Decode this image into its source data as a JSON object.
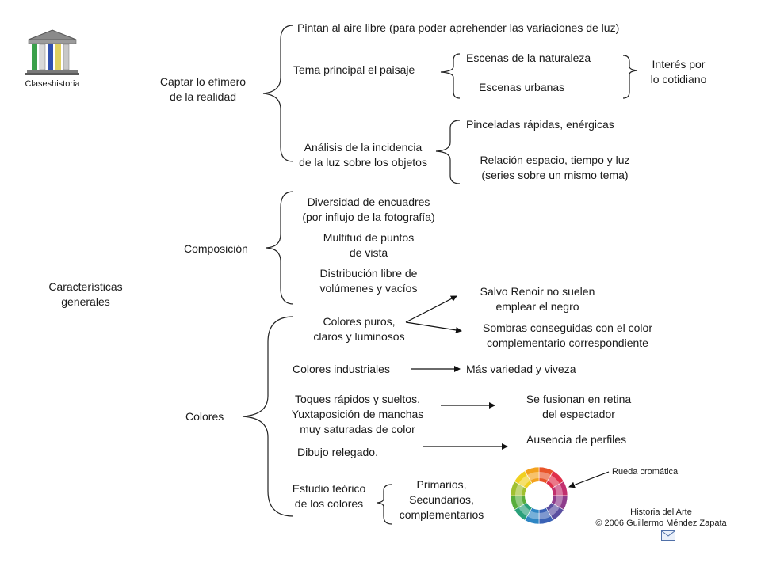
{
  "logo": {
    "caption": "Claseshistoria"
  },
  "root": {
    "line1": "Características",
    "line2": "generales"
  },
  "captar": {
    "title1": "Captar lo efímero",
    "title2": "de la realidad",
    "aire_libre": "Pintan al aire libre (para poder aprehender las variaciones de luz)",
    "paisaje": "Tema principal el paisaje",
    "naturaleza": "Escenas de la naturaleza",
    "urbanas": "Escenas urbanas",
    "interes1": "Interés por",
    "interes2": "lo cotidiano",
    "analisis1": "Análisis de la incidencia",
    "analisis2": "de la luz sobre los objetos",
    "pinceladas": "Pinceladas rápidas, enérgicas",
    "relacion1": "Relación espacio, tiempo y luz",
    "relacion2": "(series sobre un mismo tema)"
  },
  "composicion": {
    "title": "Composición",
    "encuadres1": "Diversidad de encuadres",
    "encuadres2": "(por influjo de la fotografía)",
    "puntos1": "Multitud de puntos",
    "puntos2": "de vista",
    "distribucion1": "Distribución libre de",
    "distribucion2": "volúmenes y vacíos"
  },
  "colores": {
    "title": "Colores",
    "puros1": "Colores puros,",
    "puros2": "claros y luminosos",
    "renoir1": "Salvo Renoir no suelen",
    "renoir2": "emplear el negro",
    "sombras1": "Sombras conseguidas con el color",
    "sombras2": "complementario correspondiente",
    "industriales": "Colores industriales",
    "variedad": "Más variedad y viveza",
    "toques1": "Toques rápidos y sueltos.",
    "toques2": "Yuxtaposición de manchas",
    "toques3": "muy saturadas de color",
    "fusionan1": "Se fusionan en retina",
    "fusionan2": "del espectador",
    "dibujo": "Dibujo relegado.",
    "perfiles": "Ausencia de perfiles",
    "estudio1": "Estudio teórico",
    "estudio2": "de los colores",
    "primarios1": "Primarios,",
    "primarios2": "Secundarios,",
    "primarios3": "complementarios",
    "rueda": "Rueda cromática"
  },
  "footer": {
    "line1": "Historia del Arte",
    "line2": "© 2006 Guillermo Méndez Zapata"
  },
  "icons": {
    "logo": "temple-icon",
    "wheel": "color-wheel-icon",
    "mail": "mail-icon"
  }
}
